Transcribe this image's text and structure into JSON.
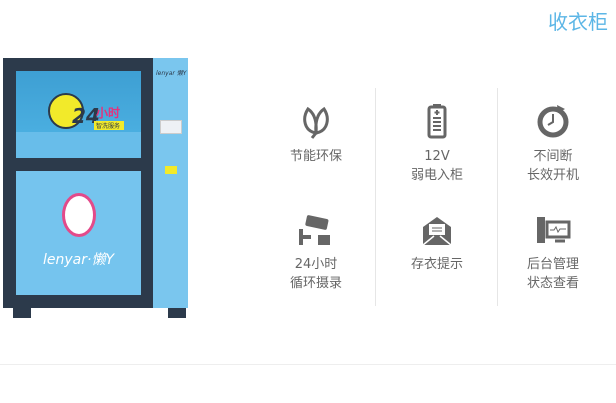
{
  "title": "收衣柜",
  "cabinet": {
    "brand": "lenyar·懒Y",
    "side_brand": "lenyar 懒Y",
    "badge_number": "24",
    "badge_text": "小时",
    "badge_sub": "智洗服务"
  },
  "features": [
    {
      "icon": "leaf-icon",
      "lines": [
        "节能环保"
      ]
    },
    {
      "icon": "battery-icon",
      "lines": [
        "12V",
        "弱电入柜"
      ]
    },
    {
      "icon": "clock-icon",
      "lines": [
        "不间断",
        "长效开机"
      ]
    },
    {
      "icon": "camera-icon",
      "lines": [
        "24小时",
        "循环摄录"
      ]
    },
    {
      "icon": "envelope-icon",
      "lines": [
        "存衣提示"
      ]
    },
    {
      "icon": "monitor-icon",
      "lines": [
        "后台管理",
        "状态查看"
      ]
    }
  ],
  "colors": {
    "accent": "#5cb6e6",
    "frame": "#2c3a4b",
    "panel": "#7ac6ee"
  }
}
